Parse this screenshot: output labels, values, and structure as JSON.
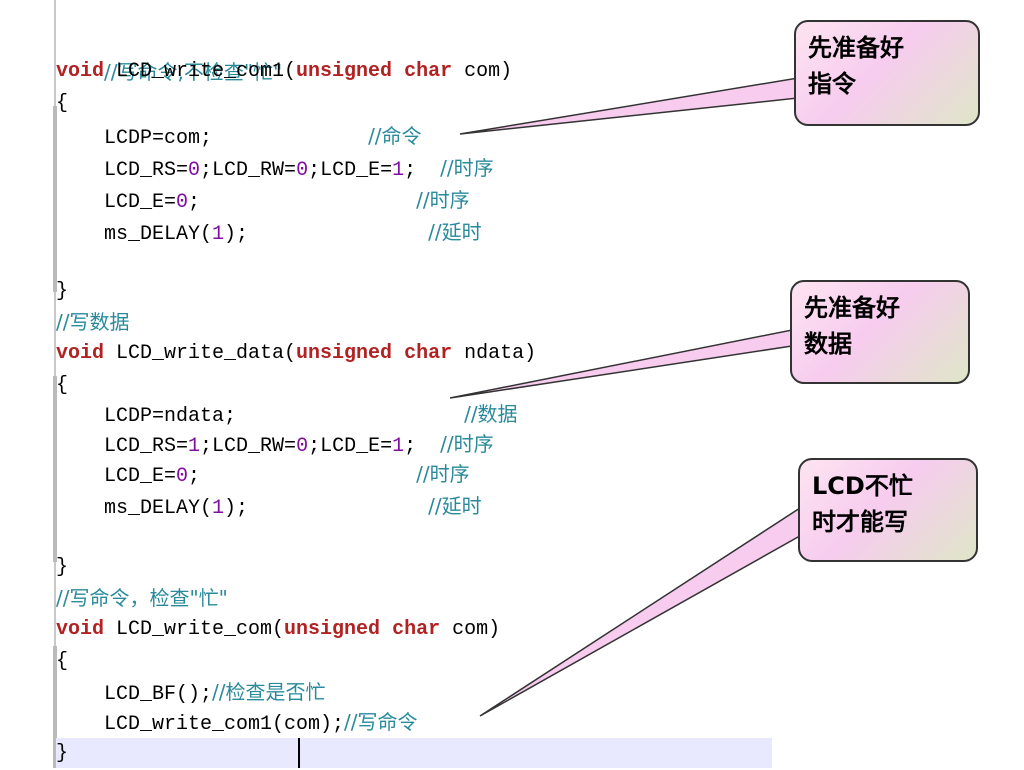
{
  "code": {
    "comment_write_cmd_nocheck": "//写命令,不检查\"忙\"",
    "func1_kw_void": "void",
    "func1_name": " LCD_write_com1(",
    "func1_kw_unsigned": "unsigned",
    "func1_kw_char": "char",
    "func1_param": " com)",
    "open_brace": "{",
    "close_brace": "}",
    "f1_l1_code": "    LCDP=com;",
    "f1_l1_pad": "             ",
    "f1_l1_comment": "//命令",
    "f1_l2_a": "    LCD_RS=",
    "f1_l2_n1": "0",
    "f1_l2_b": ";LCD_RW=",
    "f1_l2_n2": "0",
    "f1_l2_c": ";LCD_E=",
    "f1_l2_n3": "1",
    "f1_l2_d": ";  ",
    "f1_l2_comment": "//时序",
    "f1_l3_a": "    LCD_E=",
    "f1_l3_n": "0",
    "f1_l3_b": ";",
    "f1_l3_pad": "                  ",
    "f1_l3_comment": "//时序",
    "f1_l4_a": "    ms_DELAY(",
    "f1_l4_n": "1",
    "f1_l4_b": ");",
    "f1_l4_pad": "               ",
    "f1_l4_comment": "//延时",
    "comment_write_data": "//写数据",
    "func2_kw_void": "void",
    "func2_name": " LCD_write_data(",
    "func2_kw_unsigned": "unsigned",
    "func2_kw_char": "char",
    "func2_param": " ndata)",
    "f2_l1_code": "    LCDP=ndata;",
    "f2_l1_pad": "                   ",
    "f2_l1_comment": "//数据",
    "f2_l2_a": "    LCD_RS=",
    "f2_l2_n1": "1",
    "f2_l2_b": ";LCD_RW=",
    "f2_l2_n2": "0",
    "f2_l2_c": ";LCD_E=",
    "f2_l2_n3": "1",
    "f2_l2_d": ";  ",
    "f2_l2_comment": "//时序",
    "f2_l3_a": "    LCD_E=",
    "f2_l3_n": "0",
    "f2_l3_b": ";",
    "f2_l3_pad": "                  ",
    "f2_l3_comment": "//时序",
    "f2_l4_a": "    ms_DELAY(",
    "f2_l4_n": "1",
    "f2_l4_b": ");",
    "f2_l4_pad": "               ",
    "f2_l4_comment": "//延时",
    "comment_write_cmd_check": "//写命令，检查\"忙\"",
    "func3_kw_void": "void",
    "func3_name": " LCD_write_com(",
    "func3_kw_unsigned": "unsigned",
    "func3_kw_char": "char",
    "func3_param": " com)",
    "f3_l1_code": "    LCD_BF();",
    "f3_l1_comment": "//检查是否忙",
    "f3_l2_code": "    LCD_write_com1(com);",
    "f3_l2_comment": "//写命令"
  },
  "callouts": {
    "prepare_command": [
      "先准备好",
      "指令"
    ],
    "prepare_data": [
      "先准备好",
      "数据"
    ],
    "lcd_not_busy": [
      "LCD不忙",
      "时才能写"
    ]
  },
  "colors": {
    "keyword": "#b22222",
    "comment": "#2a8a9a",
    "number": "#7f0fa0",
    "current_line": "#e8e8ff"
  }
}
